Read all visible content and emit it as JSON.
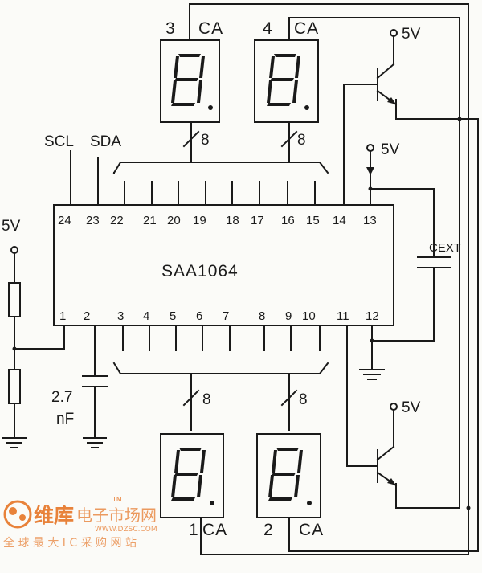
{
  "diagram": {
    "chip": {
      "name": "SAA1064"
    },
    "pins_top": [
      {
        "id": "p24",
        "label": "24"
      },
      {
        "id": "p23",
        "label": "23"
      },
      {
        "id": "p22",
        "label": "22"
      },
      {
        "id": "p21",
        "label": "21"
      },
      {
        "id": "p20",
        "label": "20"
      },
      {
        "id": "p19",
        "label": "19"
      },
      {
        "id": "p18",
        "label": "18"
      },
      {
        "id": "p17",
        "label": "17"
      },
      {
        "id": "p16",
        "label": "16"
      },
      {
        "id": "p15",
        "label": "15"
      },
      {
        "id": "p14",
        "label": "14"
      },
      {
        "id": "p13",
        "label": "13"
      }
    ],
    "pins_bottom": [
      {
        "id": "p1",
        "label": "1"
      },
      {
        "id": "p2",
        "label": "2"
      },
      {
        "id": "p3",
        "label": "3"
      },
      {
        "id": "p4",
        "label": "4"
      },
      {
        "id": "p5",
        "label": "5"
      },
      {
        "id": "p6",
        "label": "6"
      },
      {
        "id": "p7",
        "label": "7"
      },
      {
        "id": "p8",
        "label": "8"
      },
      {
        "id": "p9",
        "label": "9"
      },
      {
        "id": "p10",
        "label": "10"
      },
      {
        "id": "p11",
        "label": "11"
      },
      {
        "id": "p12",
        "label": "12"
      }
    ],
    "signals": {
      "scl": "SCL",
      "sda": "SDA"
    },
    "supply": {
      "left": "5V",
      "pin13": "5V",
      "top_transistor": "5V",
      "bottom_transistor": "5V"
    },
    "displays": [
      {
        "digit": "3",
        "common": "CA"
      },
      {
        "digit": "4",
        "common": "CA"
      },
      {
        "digit": "1",
        "common": "CA"
      },
      {
        "digit": "2",
        "common": "CA"
      }
    ],
    "bus_width": "8",
    "capacitor_value": "2.7",
    "capacitor_unit": "nF",
    "cext_label": "CEXT"
  },
  "watermark": {
    "brand_cn": "维库",
    "site_cn": "电子市场网",
    "tm": "TM",
    "url": "WWW.DZSC.COM",
    "slogan": "全 球 最 大 I C 采 购 网 站"
  },
  "colors": {
    "ink": "#1a1a1a",
    "watermark": "#e8823a"
  }
}
